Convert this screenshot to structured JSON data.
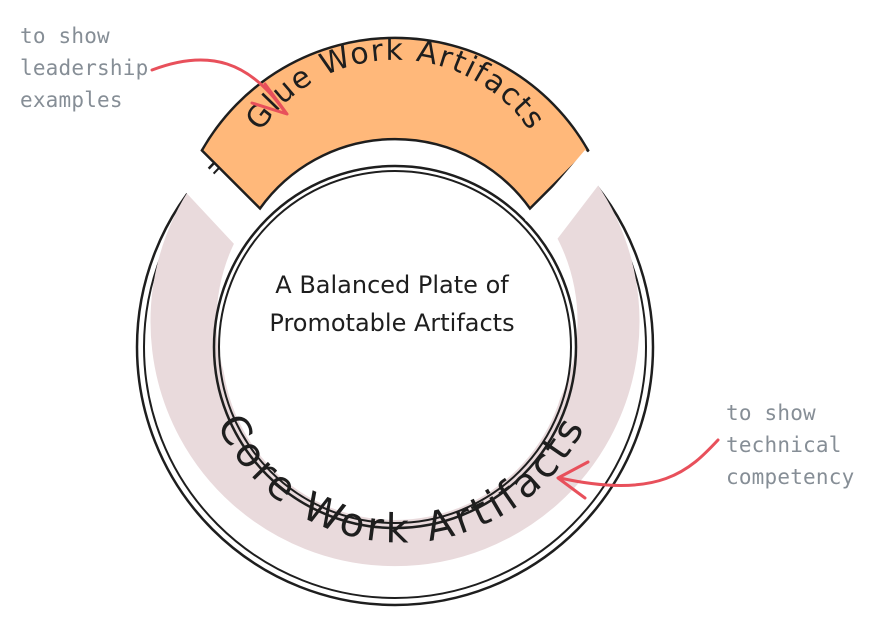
{
  "diagram": {
    "center_title": [
      "A Balanced Plate of",
      "Promotable Artifacts"
    ],
    "glue_segment": {
      "label": "Glue Work Artifacts",
      "color": "#ffb87a"
    },
    "core_segment": {
      "label": "Core Work Artifacts",
      "color": "#e9dadc"
    },
    "annotation_top": {
      "lines": [
        "to show",
        "leadership",
        "examples"
      ],
      "arrow_color": "#e8505b"
    },
    "annotation_bottom": {
      "lines": [
        "to show",
        "technical",
        "competency"
      ],
      "arrow_color": "#e8505b"
    },
    "outline_color": "#1e1e1e",
    "note_color": "#868e96"
  }
}
